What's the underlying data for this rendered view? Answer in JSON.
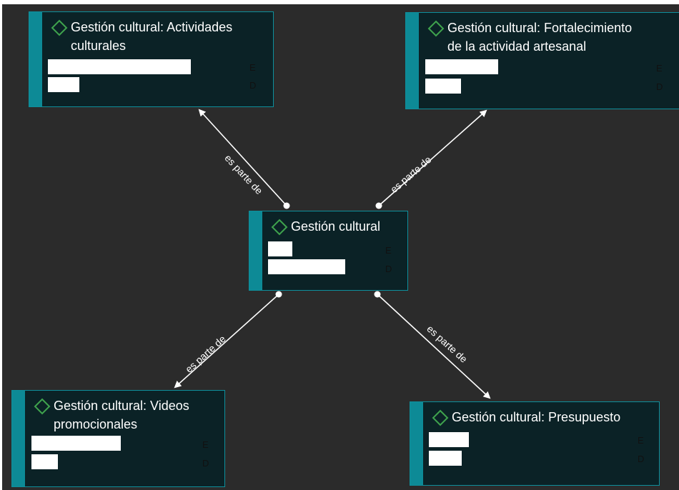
{
  "colors": {
    "background": "#2b2b2b",
    "node_fill": "#0b2226",
    "node_border": "#0e8f9c",
    "node_stripe": "#0d8a96",
    "diamond_icon": "#3fa34d",
    "link": "#ffffff"
  },
  "icon": "diamond-outline-icon",
  "nodes": {
    "center": {
      "title": "Gestión cultural",
      "tag_e": "E",
      "tag_d": "D"
    },
    "top_left": {
      "title_line1": "Gestión cultural: Actividades",
      "title_line2": "culturales",
      "tag_e": "E",
      "tag_d": "D"
    },
    "top_right": {
      "title_line1": "Gestión cultural: Fortalecimiento",
      "title_line2": "de la actividad artesanal",
      "tag_e": "E",
      "tag_d": "D"
    },
    "bottom_left": {
      "title_line1": "Gestión cultural: Videos",
      "title_line2": "promocionales",
      "tag_e": "E",
      "tag_d": "D"
    },
    "bottom_right": {
      "title": "Gestión cultural: Presupuesto",
      "tag_e": "E",
      "tag_d": "D"
    }
  },
  "links": [
    {
      "from": "center",
      "to": "top_left",
      "label": "es parte de"
    },
    {
      "from": "center",
      "to": "top_right",
      "label": "es parte de"
    },
    {
      "from": "center",
      "to": "bottom_left",
      "label": "es parte de"
    },
    {
      "from": "center",
      "to": "bottom_right",
      "label": "es parte de"
    }
  ]
}
